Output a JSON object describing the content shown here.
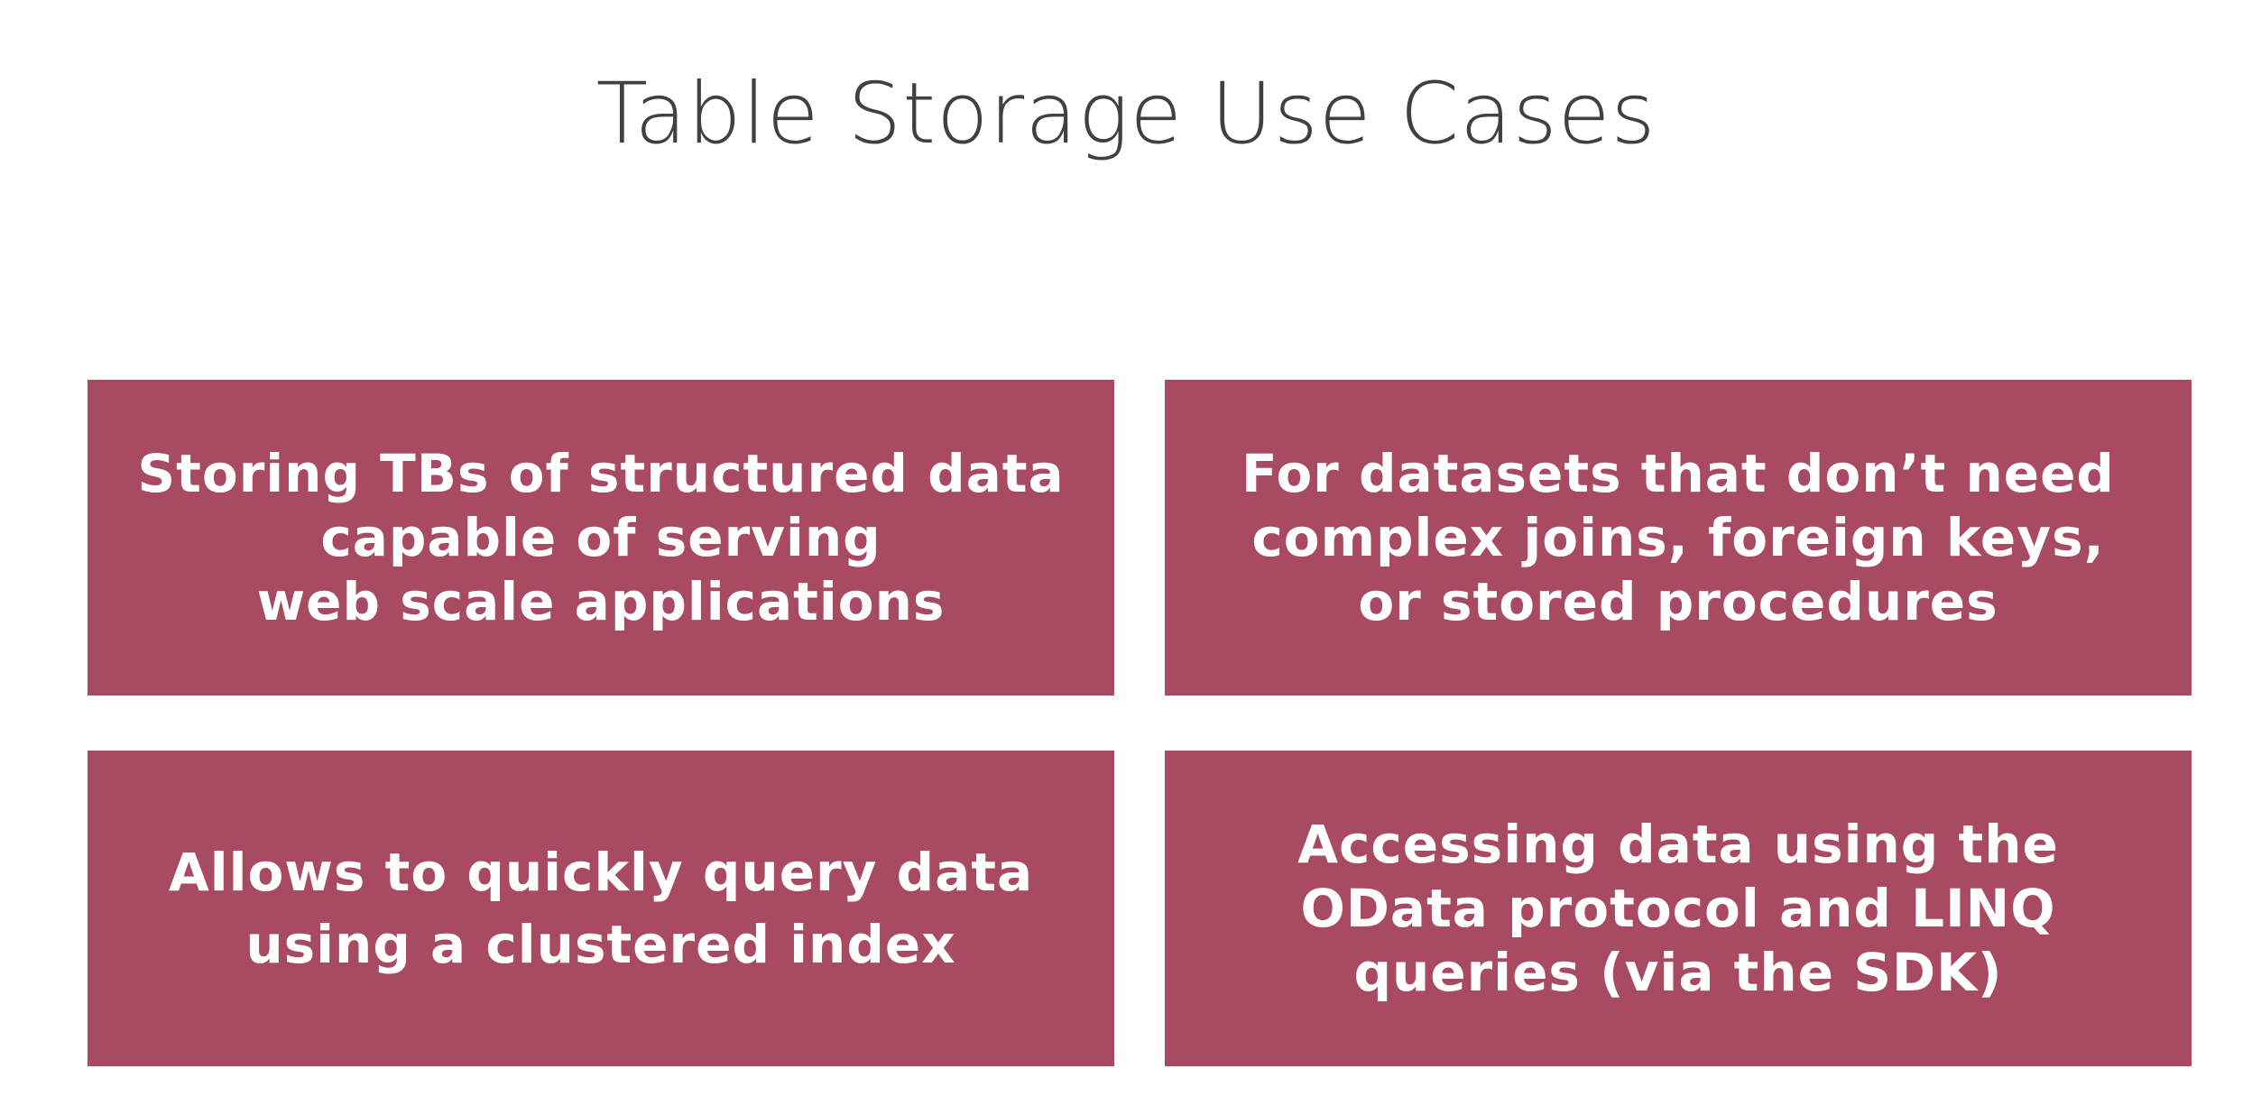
{
  "slide": {
    "title": "Table Storage Use Cases",
    "accent_color": "#a84b62",
    "cards": [
      {
        "text": "Storing TBs of structured data\ncapable of serving\nweb scale applications"
      },
      {
        "text": "For datasets that don’t need\ncomplex joins, foreign keys,\nor stored procedures"
      },
      {
        "text": "Allows to quickly query data\nusing a clustered index"
      },
      {
        "text": "Accessing data using the\nOData protocol and LINQ\nqueries (via the SDK)"
      }
    ]
  }
}
